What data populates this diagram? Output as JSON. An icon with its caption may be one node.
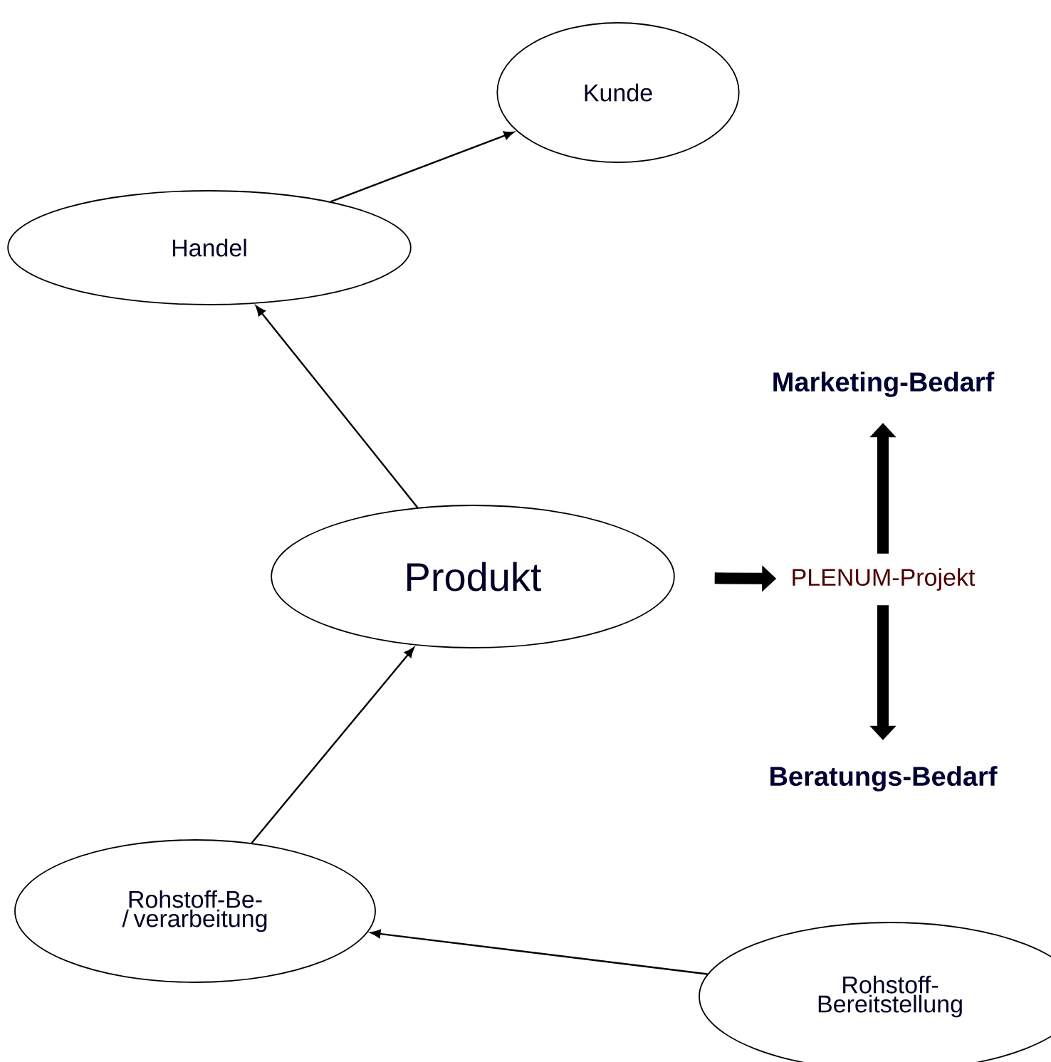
{
  "diagram": {
    "nodes": [
      {
        "text": [
          "Kunde"
        ]
      },
      {
        "text": [
          "Handel"
        ]
      },
      {
        "text": [
          "Produkt"
        ]
      },
      {
        "text": [
          "PLENUM-Projekt"
        ]
      },
      {
        "text": [
          "Marketing-Bedarf"
        ]
      },
      {
        "text": [
          "Beratungs-Bedarf"
        ]
      },
      {
        "text": [
          "Rohstoff-Be-/ verarbeitung"
        ]
      },
      {
        "text": [
          "Rohstoff- Bereitstellung"
        ]
      }
    ],
    "edges": [
      {
        "from": 1,
        "to": 0,
        "arrow": "to"
      },
      {
        "from": 2,
        "to": 1,
        "arrow": "to"
      },
      {
        "from": 6,
        "to": 2,
        "arrow": "to"
      },
      {
        "from": 7,
        "to": 6,
        "arrow": "to"
      },
      {
        "from": 2,
        "to": 3,
        "arrow": "to",
        "style": "thick"
      },
      {
        "from": 3,
        "to": 4,
        "arrow": "to",
        "style": "thick"
      },
      {
        "from": 3,
        "to": 5,
        "arrow": "to",
        "style": "thick"
      }
    ]
  }
}
